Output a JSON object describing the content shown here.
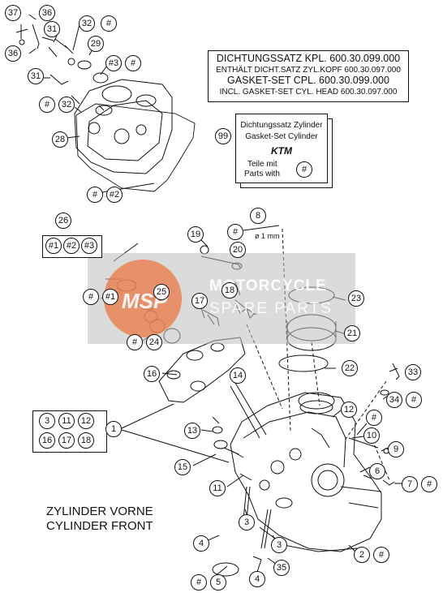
{
  "gasket_kit": {
    "line1": "DICHTUNGSSATZ KPL. 600.30.099.000",
    "line2": "ENTHÄLT DICHT.SATZ ZYL.KOPF 600.30.097.000",
    "line3": "GASKET-SET CPL. 600.30.099.000",
    "line4": "INCL. GASKET-SET CYL. HEAD 600.30.097.000"
  },
  "cylinder_gasket_set": {
    "callout": "99",
    "line1": "Dichtungssatz Zylinder",
    "line2": "Gasket-Set Cylinder",
    "brand": "KTM",
    "line3": "Teile mit",
    "line4": "Parts with",
    "marker": "#"
  },
  "group26": {
    "callout": "26",
    "items": [
      "#1",
      "#2",
      "#3"
    ]
  },
  "group1": {
    "callout": "1",
    "items": [
      "3",
      "11",
      "12",
      "16",
      "17",
      "18"
    ]
  },
  "annotation_1mm": "ø 1 mm",
  "caption": {
    "line1": "ZYLINDER VORNE",
    "line2": "CYLINDER FRONT"
  },
  "watermark": {
    "line1": "MOTORCYCLE",
    "line2": "SPARE PARTS",
    "logo": "MSP"
  },
  "callouts": {
    "c37": "37",
    "c36a": "36",
    "c36b": "36",
    "c31a": "31",
    "c31b": "31",
    "c32a": "32",
    "c32b": "32",
    "h1": "#",
    "c29": "29",
    "h3a": "#3",
    "h3b": "#",
    "h4": "#",
    "c28": "28",
    "h5": "#",
    "h2a": "#2",
    "c8": "8",
    "h6": "#",
    "c19": "19",
    "c20": "20",
    "c18": "18",
    "c23": "23",
    "c21": "21",
    "h7": "#",
    "h1b": "#1",
    "c25": "25",
    "c17": "17",
    "h8": "#",
    "c24": "24",
    "c16": "16",
    "c14": "14",
    "c22": "22",
    "c33": "33",
    "c34": "34",
    "h9": "#",
    "c12": "12",
    "h10": "#",
    "c10": "10",
    "c9": "9",
    "c13": "13",
    "c15": "15",
    "c11": "11",
    "c6": "6",
    "c7": "7",
    "h11": "#",
    "c3a": "3",
    "c3b": "3",
    "c4a": "4",
    "c4b": "4",
    "c2": "2",
    "h12": "#",
    "c35": "35",
    "h13": "#",
    "c5": "5"
  }
}
